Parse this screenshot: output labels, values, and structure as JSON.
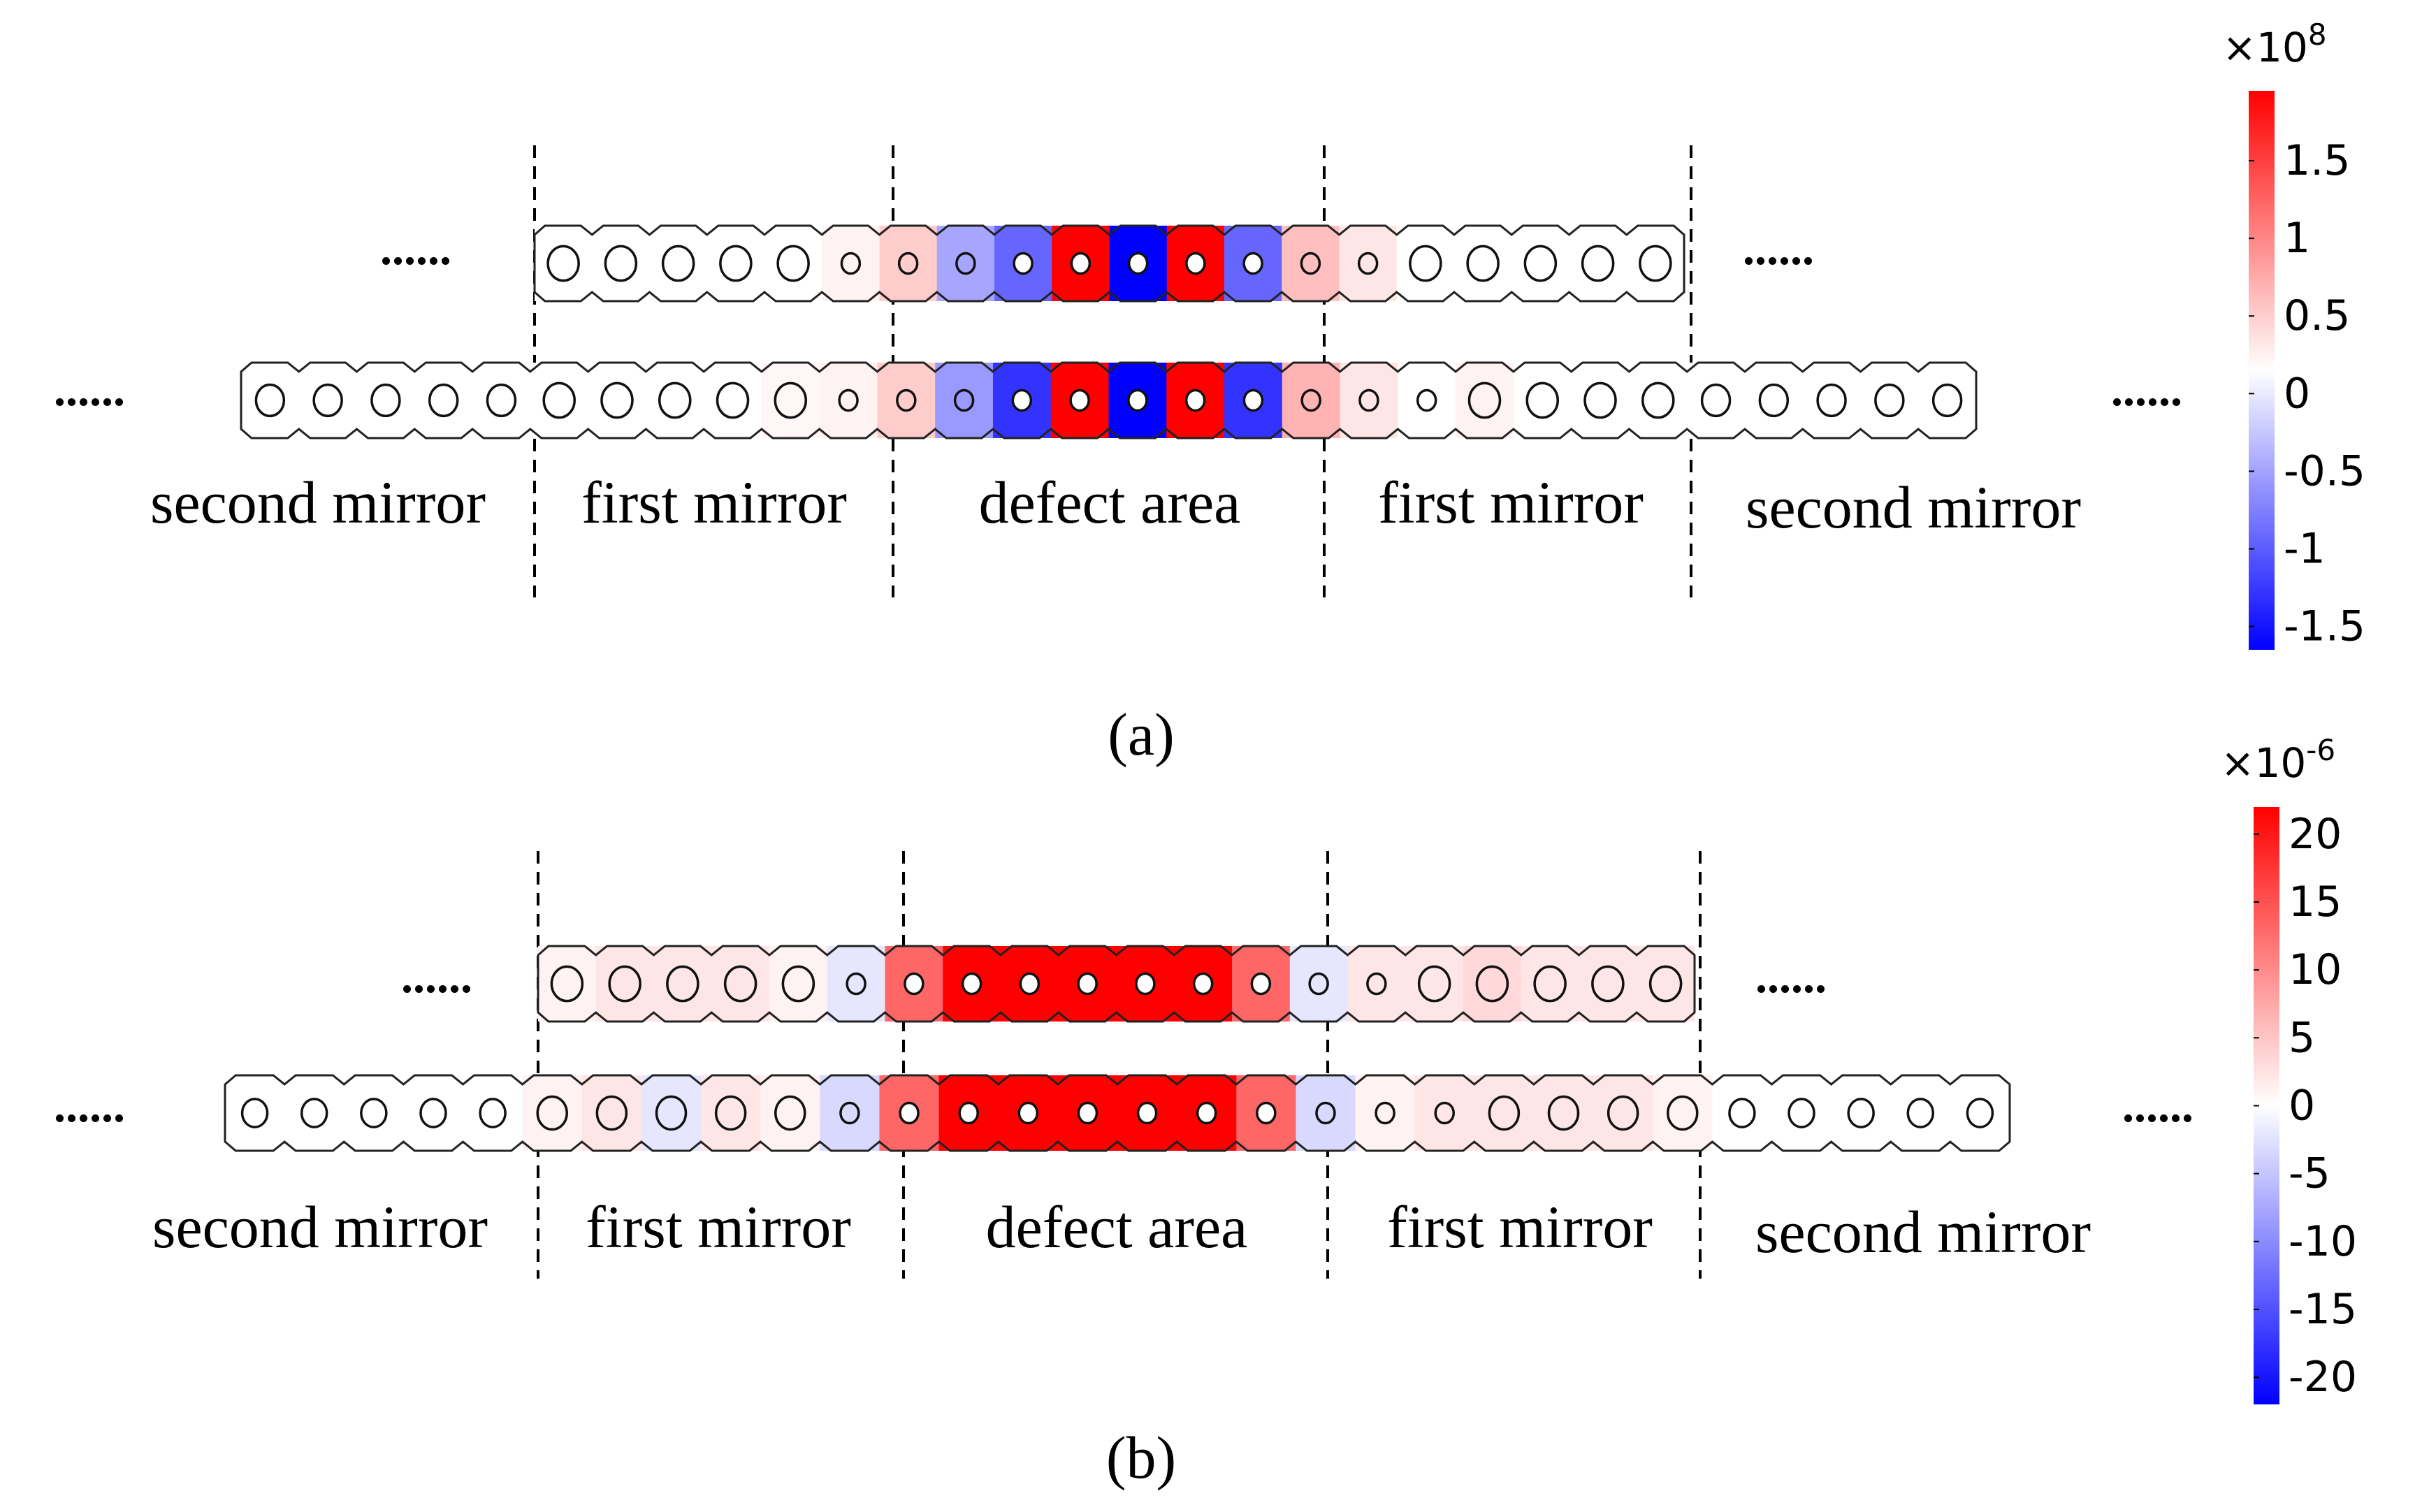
{
  "panels": [
    {
      "id": "a",
      "caption": "(a)",
      "labels": [
        "second mirror",
        "first mirror",
        "defect area",
        "first mirror",
        "second mirror"
      ],
      "ellipsis": "......",
      "colorbar": {
        "exponent_base": "×10",
        "exponent": "8",
        "ticks": [
          "1.5",
          "1",
          "0.5",
          "0",
          "-0.5",
          "-1",
          "-1.5"
        ],
        "tick_values": [
          1.5,
          1,
          0.5,
          0,
          -0.5,
          -1,
          -1.5
        ],
        "min": -1.65,
        "max": 1.95,
        "colors": [
          "#0000ff",
          "#ffffff",
          "#ff0000"
        ]
      },
      "top_beam_field": [
        0,
        0,
        0,
        0,
        0,
        0.05,
        0.2,
        -0.35,
        -0.6,
        1.0,
        -1.0,
        1.0,
        -0.6,
        0.25,
        0.1,
        0,
        0,
        0,
        0,
        0
      ],
      "bottom_beam_field": [
        0,
        0,
        0,
        0,
        0,
        0,
        0,
        0,
        0,
        0.03,
        0.05,
        0.2,
        -0.4,
        -0.8,
        1.0,
        -1.0,
        1.0,
        -0.8,
        0.3,
        0.1,
        0,
        0.05,
        0,
        0,
        0,
        0,
        0,
        0,
        0,
        0
      ]
    },
    {
      "id": "b",
      "caption": "(b)",
      "labels": [
        "second mirror",
        "first mirror",
        "defect area",
        "first mirror",
        "second mirror"
      ],
      "ellipsis": "......",
      "colorbar": {
        "exponent_base": "×10",
        "exponent": "-6",
        "ticks": [
          "20",
          "15",
          "10",
          "5",
          "0",
          "-5",
          "-10",
          "-15",
          "-20"
        ],
        "tick_values": [
          20,
          15,
          10,
          5,
          0,
          -5,
          -10,
          -15,
          -20
        ],
        "min": -22,
        "max": 22,
        "colors": [
          "#0000ff",
          "#ffffff",
          "#ff0000"
        ]
      },
      "top_beam_field": [
        0.05,
        0.1,
        0.1,
        0.1,
        0.05,
        -0.1,
        0.6,
        1.0,
        1.0,
        1.0,
        1.0,
        1.0,
        0.6,
        -0.1,
        0.1,
        0.1,
        0.15,
        0.1,
        0.1,
        0.1
      ],
      "bottom_beam_field": [
        0,
        0,
        0,
        0,
        0,
        0.05,
        0.1,
        -0.1,
        0.1,
        0.05,
        -0.15,
        0.6,
        1.0,
        1.0,
        1.0,
        1.0,
        1.0,
        0.6,
        -0.15,
        0.05,
        0.1,
        0.1,
        0.1,
        0.1,
        0.05,
        0,
        0,
        0,
        0,
        0
      ]
    }
  ]
}
